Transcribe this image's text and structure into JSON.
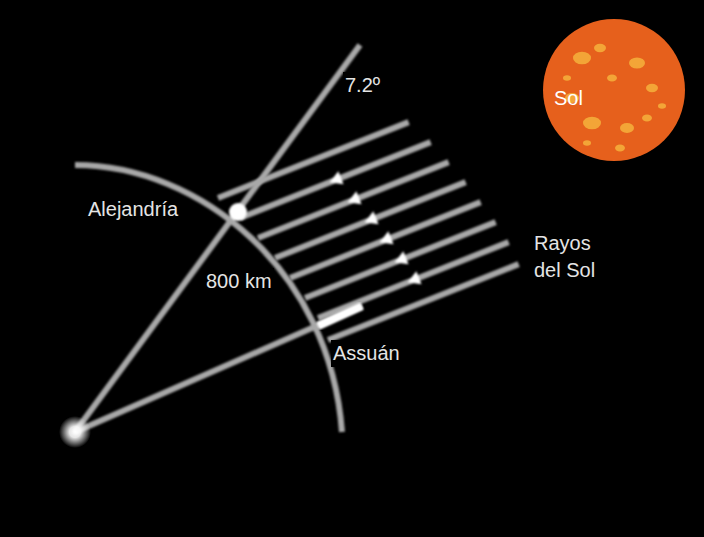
{
  "diagram": {
    "nodes": [
      {
        "text": [
          "Sol"
        ]
      }
    ],
    "labels": [
      "7.2º",
      "Alejandría",
      "800 km",
      "Assuán",
      "Rayos del Sol"
    ]
  }
}
